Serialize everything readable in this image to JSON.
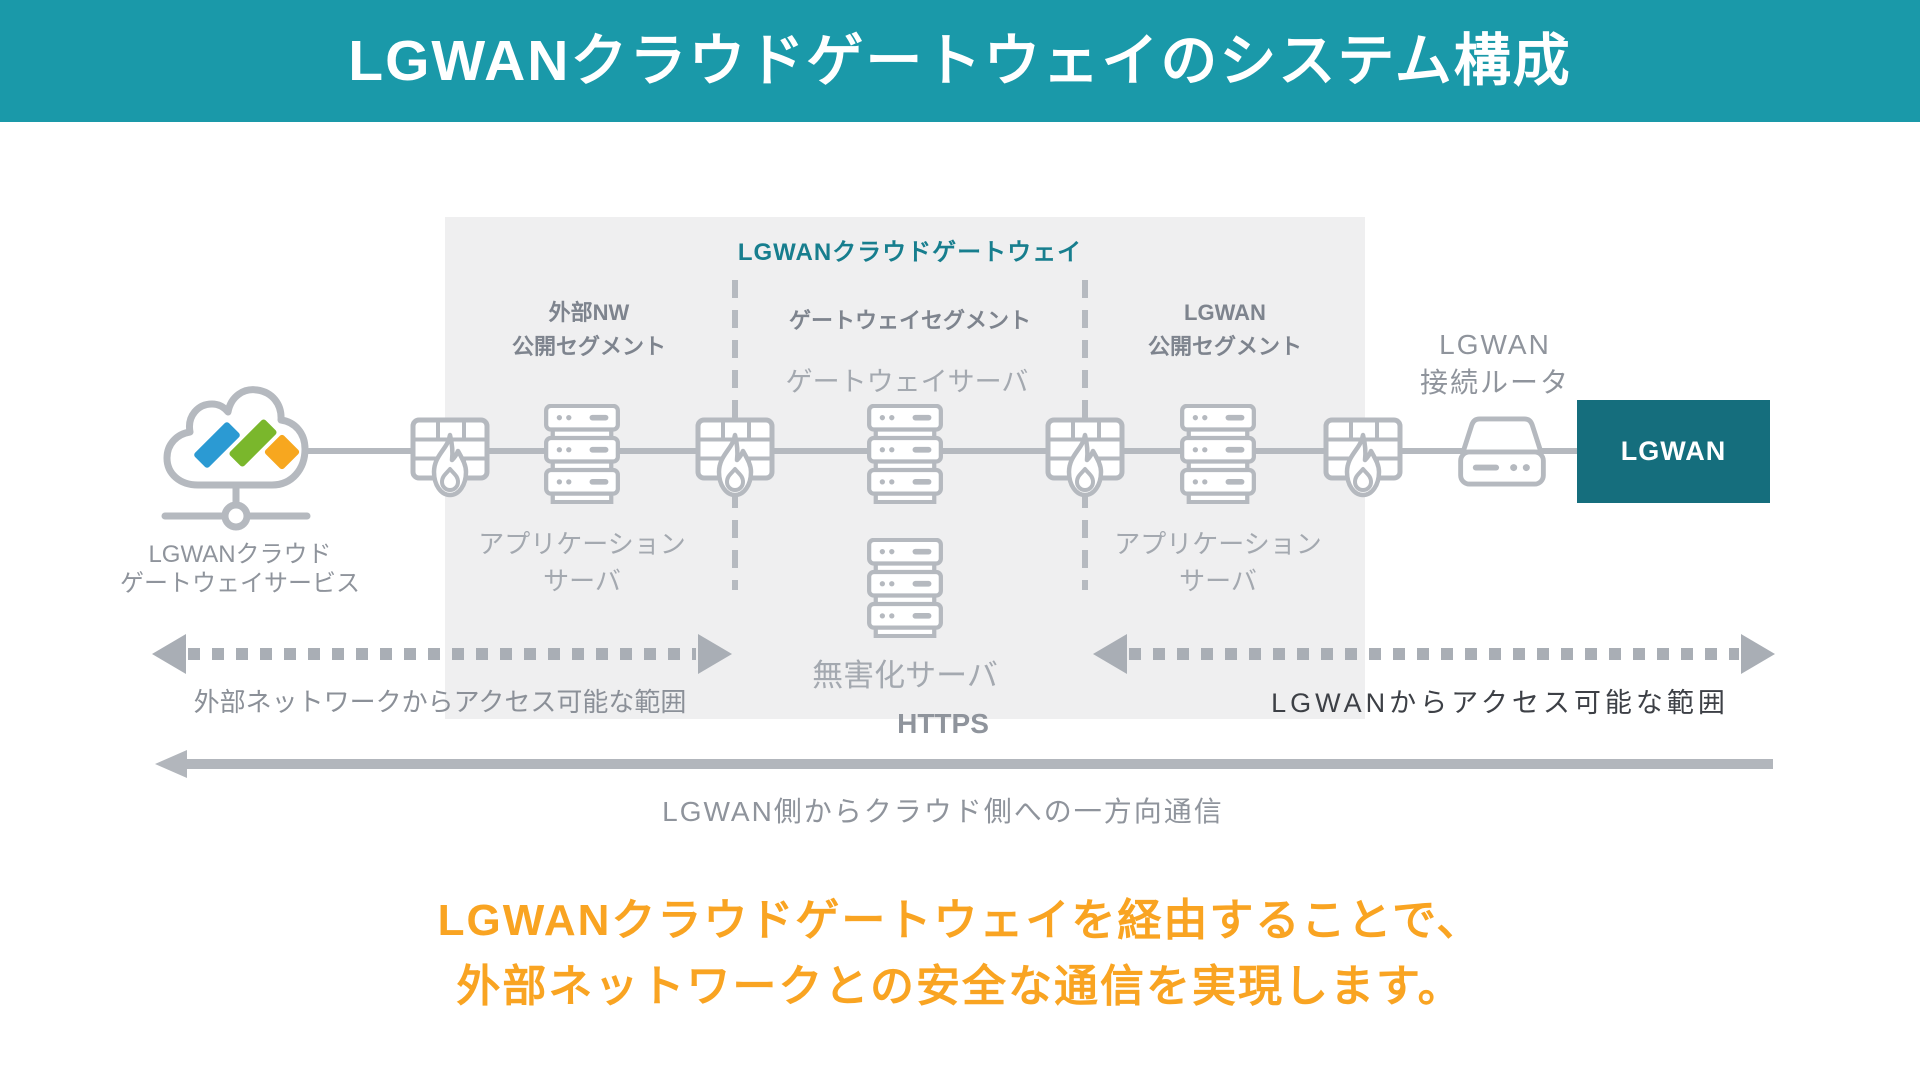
{
  "header": {
    "title": "LGWANクラウドゲートウェイのシステム構成"
  },
  "diagram": {
    "box_title": "LGWANクラウドゲートウェイ",
    "segments": [
      {
        "line1": "外部NW",
        "line2": "公開セグメント"
      },
      {
        "line1": "ゲートウェイセグメント"
      },
      {
        "line1": "LGWAN",
        "line2": "公開セグメント"
      }
    ],
    "cloud": {
      "label_line1": "LGWANクラウド",
      "label_line2": "ゲートウェイサービス"
    },
    "servers": {
      "gateway_label": "ゲートウェイサーバ",
      "app_label_line1": "アプリケーション",
      "app_label_line2": "サーバ",
      "sanitize_label": "無害化サーバ"
    },
    "router": {
      "label_line1": "LGWAN",
      "label_line2": "接続ルータ"
    },
    "lgwan_box_label": "LGWAN",
    "ranges": {
      "external_label": "外部ネットワークからアクセス可能な範囲",
      "lgwan_label": "LGWANからアクセス可能な範囲"
    },
    "flow": {
      "protocol": "HTTPS",
      "direction_label": "LGWAN側からクラウド側への一方向通信"
    }
  },
  "footer": {
    "message_line1": "LGWANクラウドゲートウェイを経由することで、",
    "message_line2": "外部ネットワークとの安全な通信を実現します。"
  },
  "colors": {
    "header_teal": "#1a99a9",
    "box_title_teal": "#177e8e",
    "lgwan_box_teal": "#156e7d",
    "gateway_box_gray": "#efeff0",
    "icon_gray": "#b5b9bf",
    "accent_orange": "#f9a422",
    "logo_blue": "#2b9ad3",
    "logo_green": "#7ab72c",
    "logo_orange": "#f7a71f",
    "dark_label": "#3d4046"
  }
}
